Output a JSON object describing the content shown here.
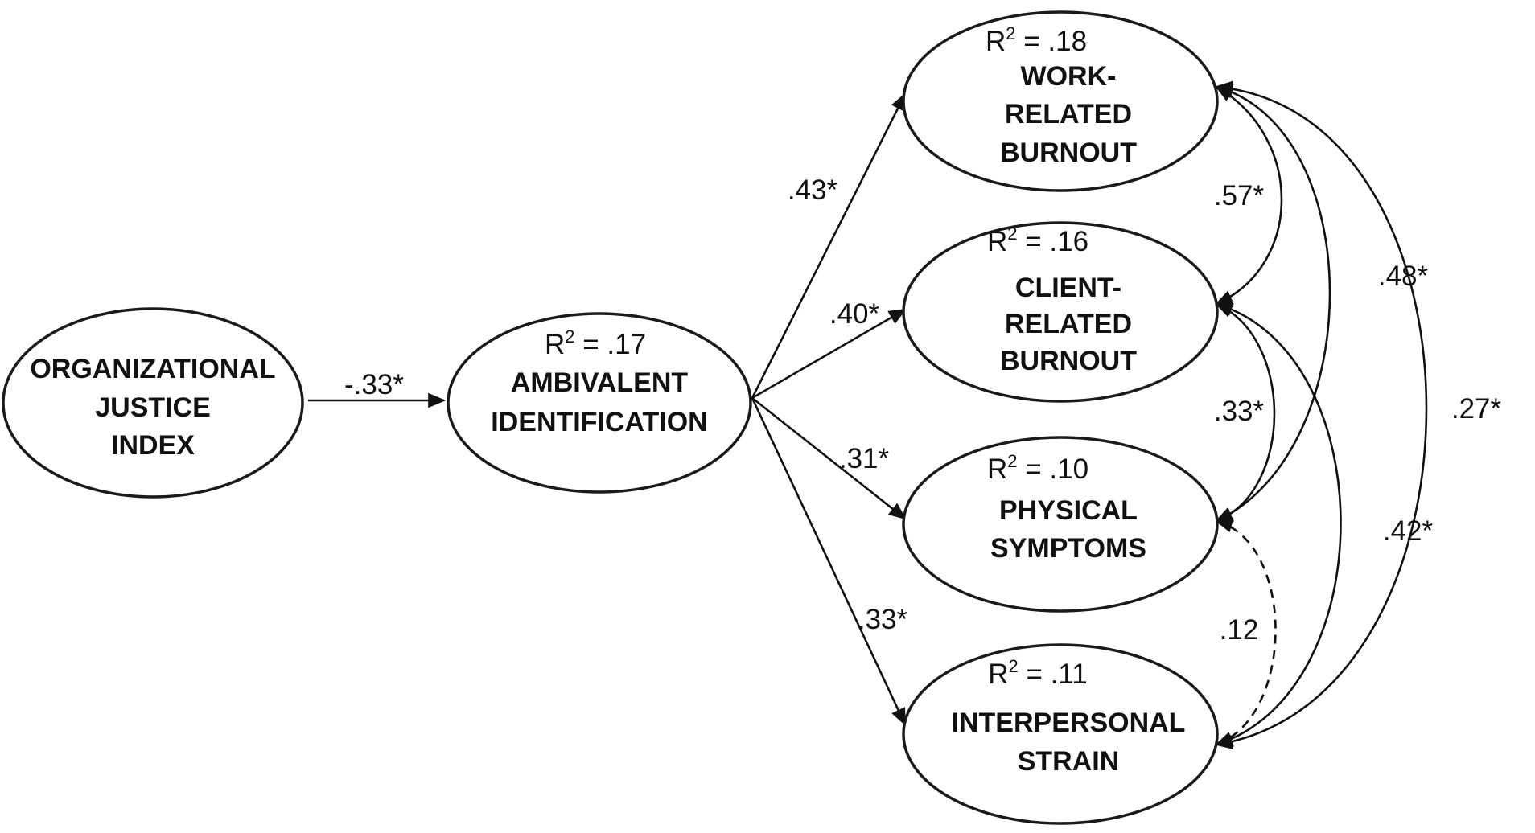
{
  "nodes": [
    {
      "id": "org",
      "lines": [
        "ORGANIZATIONAL",
        "JUSTICE",
        "INDEX"
      ],
      "r2": ""
    },
    {
      "id": "amb",
      "lines": [
        "AMBIVALENT",
        "IDENTIFICATION"
      ],
      "r2": ".17"
    },
    {
      "id": "work",
      "lines": [
        "WORK-",
        "RELATED",
        "BURNOUT"
      ],
      "r2": ".18"
    },
    {
      "id": "client",
      "lines": [
        "CLIENT-",
        "RELATED",
        "BURNOUT"
      ],
      "r2": ".16"
    },
    {
      "id": "phys",
      "lines": [
        "PHYSICAL",
        "SYMPTOMS"
      ],
      "r2": ".10"
    },
    {
      "id": "inter",
      "lines": [
        "INTERPERSONAL",
        "STRAIN"
      ],
      "r2": ".11"
    }
  ],
  "r2_prefix": "R",
  "r2_exponent": "2",
  "r2_equals": " = ",
  "paths": [
    {
      "id": "org-amb",
      "from": "org",
      "to": "amb",
      "label": "-.33*",
      "style": "solid"
    },
    {
      "id": "amb-work",
      "from": "amb",
      "to": "work",
      "label": ".43*",
      "style": "solid"
    },
    {
      "id": "amb-client",
      "from": "amb",
      "to": "client",
      "label": ".40*",
      "style": "solid"
    },
    {
      "id": "amb-phys",
      "from": "amb",
      "to": "phys",
      "label": ".31*",
      "style": "solid"
    },
    {
      "id": "amb-inter",
      "from": "amb",
      "to": "inter",
      "label": ".33*",
      "style": "solid"
    }
  ],
  "correlations": [
    {
      "id": "work-client",
      "between": [
        "work",
        "client"
      ],
      "label": ".57*",
      "style": "solid"
    },
    {
      "id": "work-phys",
      "between": [
        "work",
        "phys"
      ],
      "label": ".48*",
      "style": "solid"
    },
    {
      "id": "work-inter",
      "between": [
        "work",
        "inter"
      ],
      "label": ".27*",
      "style": "solid"
    },
    {
      "id": "client-phys",
      "between": [
        "client",
        "phys"
      ],
      "label": ".33*",
      "style": "solid"
    },
    {
      "id": "client-inter",
      "between": [
        "client",
        "inter"
      ],
      "label": ".42*",
      "style": "solid"
    },
    {
      "id": "phys-inter",
      "between": [
        "phys",
        "inter"
      ],
      "label": ".12",
      "style": "dashed"
    }
  ]
}
